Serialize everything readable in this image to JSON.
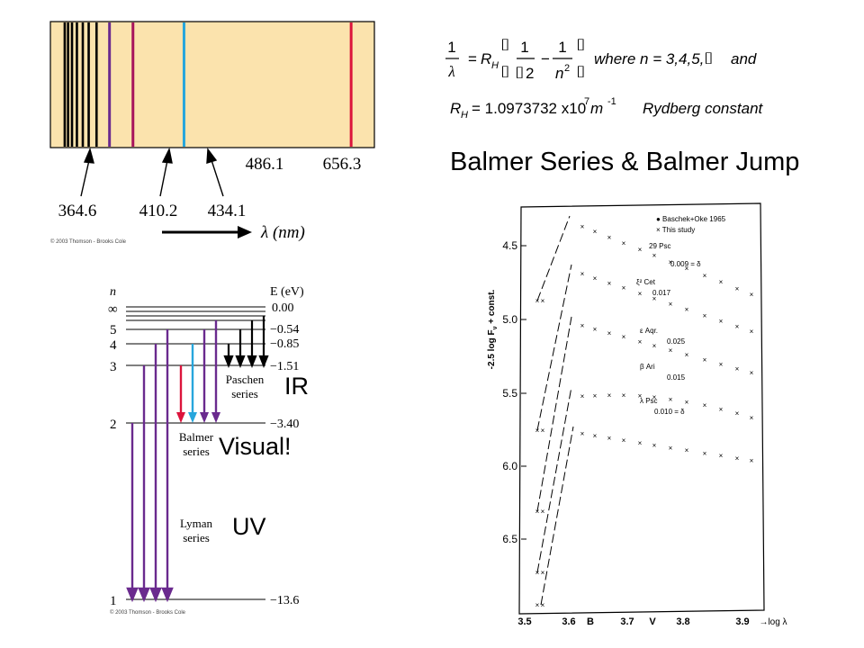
{
  "slide": {
    "title": "Balmer Series & Balmer Jump",
    "overlay_labels": {
      "ir": "IR",
      "visual": "Visual!",
      "uv": "UV"
    }
  },
  "spectrum": {
    "lines_nm": [
      364.6,
      368,
      372,
      377,
      383,
      389,
      397,
      410.2,
      434.1,
      486.1,
      656.3
    ],
    "labels": {
      "l364": "364.6",
      "l410": "410.2",
      "l434": "434.1",
      "l486": "486.1",
      "l656": "656.3"
    },
    "axis_label": "λ (nm)",
    "credit": "© 2003 Thomson - Brooks Cole",
    "colors": {
      "background": "#fbe3ad",
      "violet": "#6a2a8e",
      "magenta": "#a8145c",
      "cyan": "#27a6dc",
      "red": "#dc143c",
      "black": "#000000"
    }
  },
  "formula": {
    "one": "1",
    "lambda": "λ",
    "equals": "=",
    "rh": "R",
    "rh_sub": "H",
    "two": "2",
    "exp2": "2",
    "minus": "−",
    "n": "n",
    "where_text": "where n = 3,4,5,",
    "glyph": "⌷",
    "and_text": "and",
    "rh_value": "= 1.0973732 x10",
    "rh_exp": "7",
    "rh_unit": " m",
    "rh_unit_exp": "-1",
    "rydberg": "Rydberg constant"
  },
  "energy_diagram": {
    "n_header": "n",
    "e_header": "E (eV)",
    "levels": [
      {
        "n": "∞",
        "e": "0.00"
      },
      {
        "n": "5",
        "e": "−0.54"
      },
      {
        "n": "4",
        "e": "−0.85"
      },
      {
        "n": "3",
        "e": "−1.51"
      },
      {
        "n": "2",
        "e": "−3.40"
      },
      {
        "n": "1",
        "e": "−13.6"
      }
    ],
    "series_labels": {
      "paschen_1": "Paschen",
      "paschen_2": "series",
      "balmer_1": "Balmer",
      "balmer_2": "series",
      "lyman_1": "Lyman",
      "lyman_2": "series"
    },
    "credit": "© 2003 Thomson - Brooks Cole"
  },
  "balmer_jump_plot": {
    "y_axis_label": "-2.5 log F",
    "y_axis_sub": "ν",
    "y_axis_suffix": " + const.",
    "y_ticks": [
      "4.5",
      "5.0",
      "5.5",
      "6.0",
      "6.5"
    ],
    "x_ticks": [
      "3.5",
      "3.6",
      "3.7",
      "3.8",
      "3.9"
    ],
    "x_band_labels": [
      "B",
      "V"
    ],
    "x_axis_label": "→log λ",
    "legend": [
      "● Baschek+Oke 1965",
      "× This study"
    ],
    "stars": [
      {
        "name": "29 Psc",
        "delta": "0.009 = δ"
      },
      {
        "name": "ξ² Cet",
        "delta": "0.017"
      },
      {
        "name": "ε Aqr.",
        "delta": "0.025"
      },
      {
        "name": "β Ari",
        "delta": "0.015"
      },
      {
        "name": "λ Psc",
        "delta": "0.010 = δ"
      }
    ]
  }
}
